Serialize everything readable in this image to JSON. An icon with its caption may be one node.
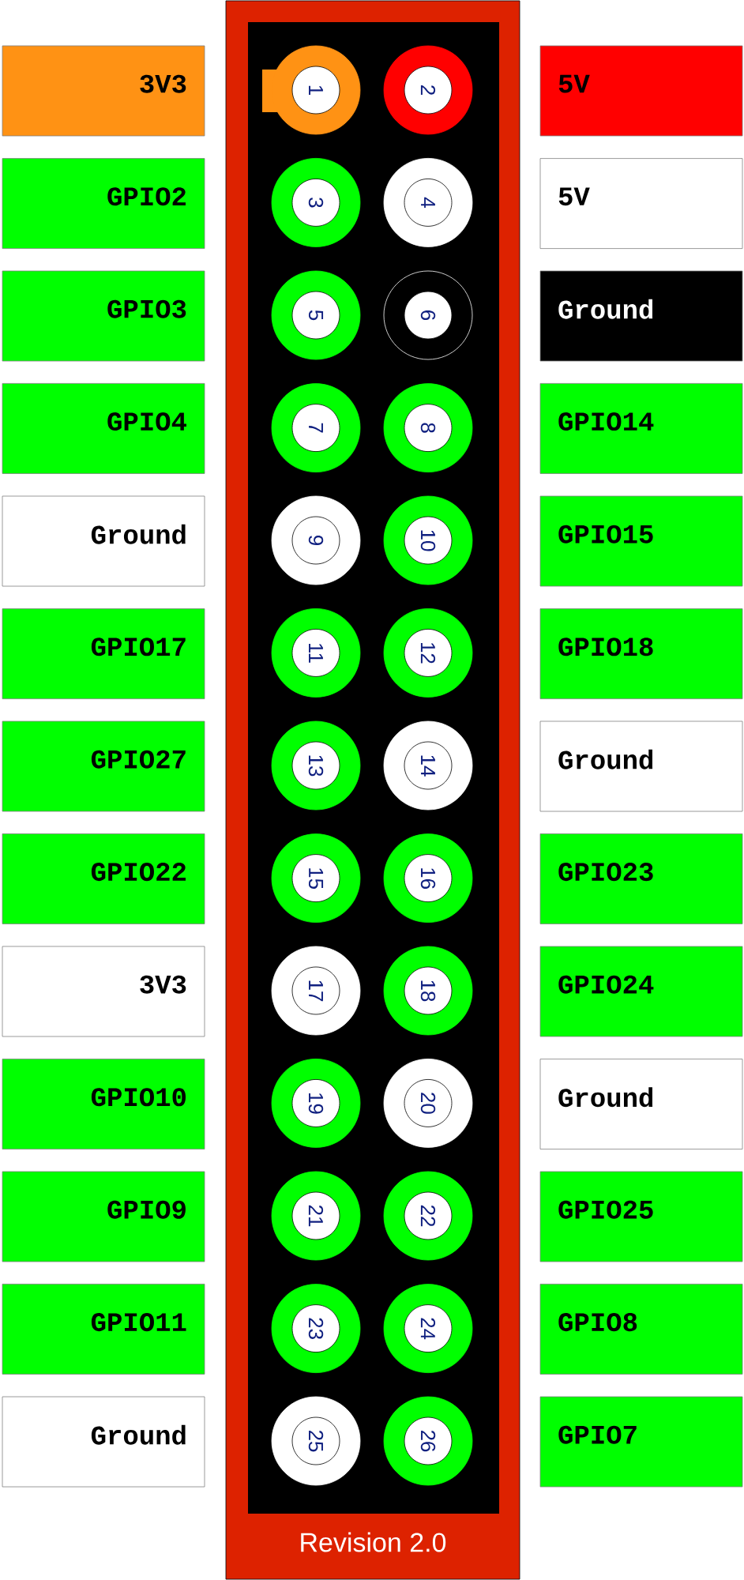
{
  "diagram": {
    "nodes": [
      {
        "text": [
          "Revision 2.0"
        ]
      },
      {
        "text": [
          "1"
        ],
        "in": 0
      },
      {
        "text": [
          "2"
        ],
        "in": 0
      },
      {
        "text": [
          "3"
        ],
        "in": 0
      },
      {
        "text": [
          "4"
        ],
        "in": 0
      },
      {
        "text": [
          "5"
        ],
        "in": 0
      },
      {
        "text": [
          "6"
        ],
        "in": 0
      },
      {
        "text": [
          "7"
        ],
        "in": 0
      },
      {
        "text": [
          "8"
        ],
        "in": 0
      },
      {
        "text": [
          "9"
        ],
        "in": 0
      },
      {
        "text": [
          "10"
        ],
        "in": 0
      },
      {
        "text": [
          "11"
        ],
        "in": 0
      },
      {
        "text": [
          "12"
        ],
        "in": 0
      },
      {
        "text": [
          "13"
        ],
        "in": 0
      },
      {
        "text": [
          "14"
        ],
        "in": 0
      },
      {
        "text": [
          "15"
        ],
        "in": 0
      },
      {
        "text": [
          "16"
        ],
        "in": 0
      },
      {
        "text": [
          "17"
        ],
        "in": 0
      },
      {
        "text": [
          "18"
        ],
        "in": 0
      },
      {
        "text": [
          "19"
        ],
        "in": 0
      },
      {
        "text": [
          "20"
        ],
        "in": 0
      },
      {
        "text": [
          "21"
        ],
        "in": 0
      },
      {
        "text": [
          "22"
        ],
        "in": 0
      },
      {
        "text": [
          "23"
        ],
        "in": 0
      },
      {
        "text": [
          "24"
        ],
        "in": 0
      },
      {
        "text": [
          "25"
        ],
        "in": 0
      },
      {
        "text": [
          "26"
        ],
        "in": 0
      },
      {
        "text": [
          "3V3"
        ]
      },
      {
        "text": [
          "5V"
        ]
      },
      {
        "text": [
          "GPIO2"
        ]
      },
      {
        "text": [
          "5V"
        ]
      },
      {
        "text": [
          "GPIO3"
        ]
      },
      {
        "text": [
          "Ground"
        ]
      },
      {
        "text": [
          "GPIO4"
        ]
      },
      {
        "text": [
          "GPIO14"
        ]
      },
      {
        "text": [
          "Ground"
        ]
      },
      {
        "text": [
          "GPIO15"
        ]
      },
      {
        "text": [
          "GPIO17"
        ]
      },
      {
        "text": [
          "GPIO18"
        ]
      },
      {
        "text": [
          "GPIO27"
        ]
      },
      {
        "text": [
          "Ground"
        ]
      },
      {
        "text": [
          "GPIO22"
        ]
      },
      {
        "text": [
          "GPIO23"
        ]
      },
      {
        "text": [
          "3V3"
        ]
      },
      {
        "text": [
          "GPIO24"
        ]
      },
      {
        "text": [
          "GPIO10"
        ]
      },
      {
        "text": [
          "Ground"
        ]
      },
      {
        "text": [
          "GPIO9"
        ]
      },
      {
        "text": [
          "GPIO25"
        ]
      },
      {
        "text": [
          "GPIO11"
        ]
      },
      {
        "text": [
          "GPIO8"
        ]
      },
      {
        "text": [
          "Ground"
        ]
      },
      {
        "text": [
          "GPIO7"
        ]
      }
    ]
  }
}
